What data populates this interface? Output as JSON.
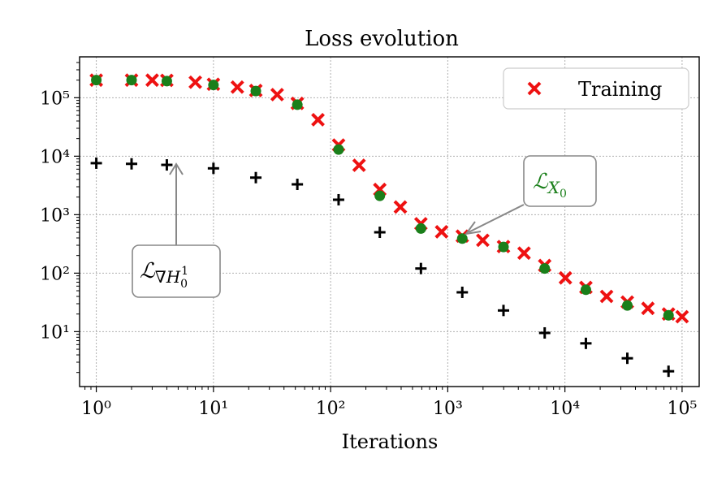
{
  "chart_data": {
    "type": "scatter",
    "title": "Loss evolution",
    "xlabel": "Iterations",
    "ylabel": "",
    "xscale": "log",
    "yscale": "log",
    "xlim": [
      0.72,
      140000
    ],
    "ylim": [
      1.15,
      500000
    ],
    "grid": true,
    "legend_position": "top-right",
    "x_ticks": [
      {
        "value": 1,
        "label": "10⁰"
      },
      {
        "value": 10,
        "label": "10¹"
      },
      {
        "value": 100,
        "label": "10²"
      },
      {
        "value": 1000,
        "label": "10³"
      },
      {
        "value": 10000,
        "label": "10⁴"
      },
      {
        "value": 100000,
        "label": "10⁵"
      }
    ],
    "y_ticks": [
      {
        "value": 10,
        "label": "10¹"
      },
      {
        "value": 100,
        "label": "10²"
      },
      {
        "value": 1000,
        "label": "10³"
      },
      {
        "value": 10000,
        "label": "10⁴"
      },
      {
        "value": 100000,
        "label": "10⁵"
      }
    ],
    "series": [
      {
        "name": "Training",
        "marker": "x",
        "color": "#ee1111",
        "x": [
          1,
          2,
          3,
          4,
          7,
          10,
          16,
          23,
          35,
          52,
          78,
          117,
          175,
          263,
          394,
          590,
          886,
          1330,
          1990,
          2990,
          4480,
          6720,
          10100,
          15100,
          22700,
          34100,
          51100,
          76600,
          100000
        ],
        "y": [
          200000,
          200000,
          200000,
          198000,
          184000,
          170000,
          152000,
          133000,
          113000,
          80000,
          42000,
          15500,
          7000,
          2700,
          1350,
          700,
          510,
          430,
          365,
          285,
          220,
          135,
          83,
          57,
          40,
          32,
          25,
          20,
          18
        ]
      },
      {
        "name": "",
        "marker": "circle",
        "color": "#1a7f1a",
        "x": [
          1,
          2,
          4,
          10,
          23,
          52,
          117,
          263,
          590,
          1330,
          2990,
          6720,
          15100,
          34100,
          76600
        ],
        "y": [
          200000,
          200000,
          192000,
          165000,
          130000,
          76000,
          13000,
          2100,
          580,
          390,
          280,
          120,
          52,
          28,
          19
        ]
      },
      {
        "name": "",
        "marker": "plus",
        "color": "#000000",
        "x": [
          1,
          2,
          4,
          10,
          23,
          52,
          117,
          263,
          590,
          1330,
          2990,
          6720,
          15100,
          34100,
          76600
        ],
        "y": [
          7600,
          7400,
          7100,
          6200,
          4300,
          3300,
          1800,
          500,
          120,
          47,
          23,
          9.5,
          6.3,
          3.5,
          2.1
        ]
      }
    ],
    "annotations": [
      {
        "text": "ℒ_{X₀}",
        "text_main": "ℒ",
        "text_sub": "X",
        "text_subsub": "0",
        "color": "#1a7f1a",
        "points_to": {
          "x": 1330,
          "y": 430
        }
      },
      {
        "text": "ℒ_{∇H¹₀}",
        "text_main": "ℒ",
        "text_sub": "∇H",
        "text_subsub": "0",
        "text_sup": "1",
        "color": "#000000",
        "points_to": {
          "x": 4,
          "y": 6200
        }
      }
    ]
  }
}
